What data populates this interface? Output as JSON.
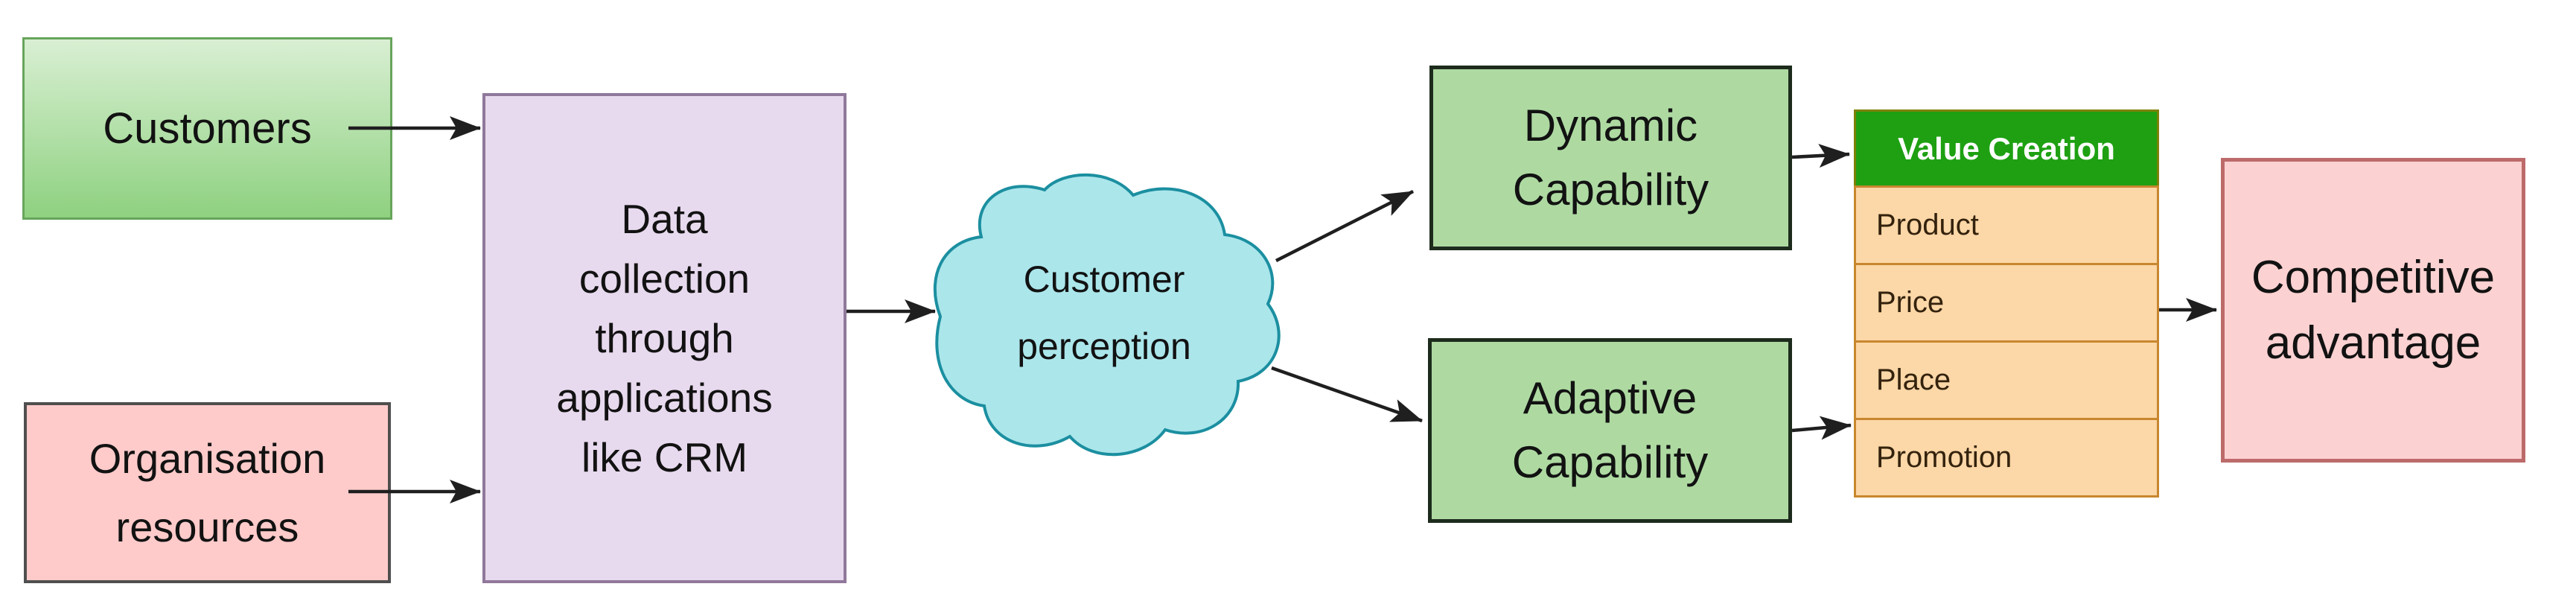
{
  "nodes": {
    "customers": {
      "label": "Customers"
    },
    "organisation": {
      "label": "Organisation\nresources"
    },
    "data_collection": {
      "label": "Data\ncollection\nthrough\napplications\nlike CRM"
    },
    "customer_perception": {
      "label": "Customer\nperception",
      "shape": "cloud"
    },
    "dynamic_capability": {
      "label": "Dynamic\nCapability"
    },
    "adaptive_capability": {
      "label": "Adaptive\nCapability"
    },
    "competitive_advantage": {
      "label": "Competitive\nadvantage"
    }
  },
  "table": {
    "header": "Value Creation",
    "rows": [
      "Product",
      "Price",
      "Place",
      "Promotion"
    ]
  },
  "connections": [
    {
      "from": "Customers",
      "to": "Data collection through applications like CRM"
    },
    {
      "from": "Organisation resources",
      "to": "Data collection through applications like CRM"
    },
    {
      "from": "Data collection through applications like CRM",
      "to": "Customer perception"
    },
    {
      "from": "Customer perception",
      "to": "Dynamic Capability"
    },
    {
      "from": "Customer perception",
      "to": "Adaptive Capability"
    },
    {
      "from": "Dynamic Capability",
      "to": "Value Creation"
    },
    {
      "from": "Adaptive Capability",
      "to": "Value Creation"
    },
    {
      "from": "Value Creation",
      "to": "Competitive advantage"
    }
  ],
  "palette": {
    "background": "#ffffff",
    "text": "#121212",
    "arrow": "#1f1f1f",
    "customers_fill_top": "#d9efd3",
    "customers_fill_bottom": "#8ed180",
    "customers_border": "#67a55b",
    "organisation_fill": "#ffcbca",
    "organisation_border": "#4f4f4f",
    "data_collection_fill": "#e8daee",
    "data_collection_border": "#90789b",
    "cloud_fill": "#abe6eb",
    "cloud_border": "#1b8fa0",
    "capability_fill": "#aedaa2",
    "capability_border": "#1d2b1d",
    "value_header_fill": "#1ea012",
    "value_header_text": "#ffffff",
    "value_header_border": "#7c8207",
    "value_row_fill": "#fcd7a7",
    "value_row_border": "#c8872e",
    "value_row_text": "#33220d",
    "competitive_fill": "#fcd1d1",
    "competitive_border": "#bd6a6a"
  }
}
